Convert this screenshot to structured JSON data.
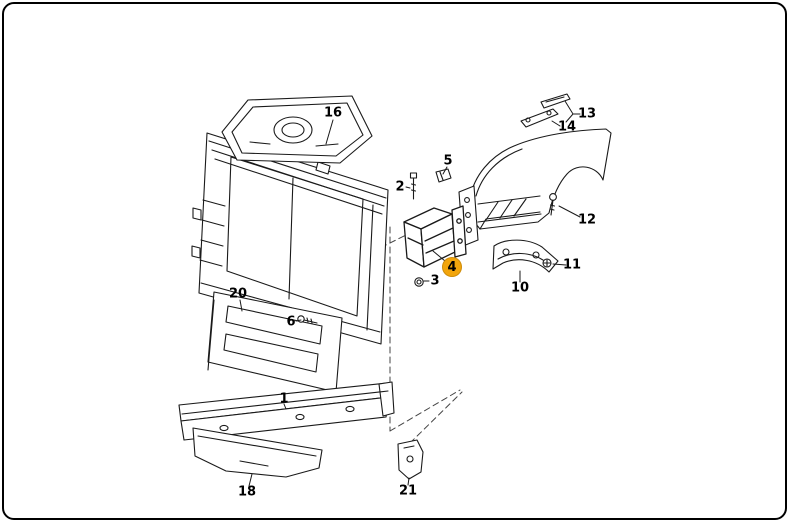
{
  "image": {
    "type": "exploded-parts-diagram",
    "description": "Car front-end exploded parts diagram: radiator support, front panel, bumper reinforcement, crash box and fittings",
    "background_color": "#ffffff",
    "line_color": "#1a1a1a",
    "highlight_color": "#F2A50C"
  },
  "callouts": [
    {
      "label": "16",
      "highlighted": false
    },
    {
      "label": "2",
      "highlighted": false
    },
    {
      "label": "5",
      "highlighted": false
    },
    {
      "label": "14",
      "highlighted": false
    },
    {
      "label": "13",
      "highlighted": false
    },
    {
      "label": "12",
      "highlighted": false
    },
    {
      "label": "4",
      "highlighted": true
    },
    {
      "label": "3",
      "highlighted": false
    },
    {
      "label": "10",
      "highlighted": false
    },
    {
      "label": "11",
      "highlighted": false
    },
    {
      "label": "6",
      "highlighted": false
    },
    {
      "label": "20",
      "highlighted": false
    },
    {
      "label": "1",
      "highlighted": false
    },
    {
      "label": "18",
      "highlighted": false
    },
    {
      "label": "21",
      "highlighted": false
    }
  ]
}
